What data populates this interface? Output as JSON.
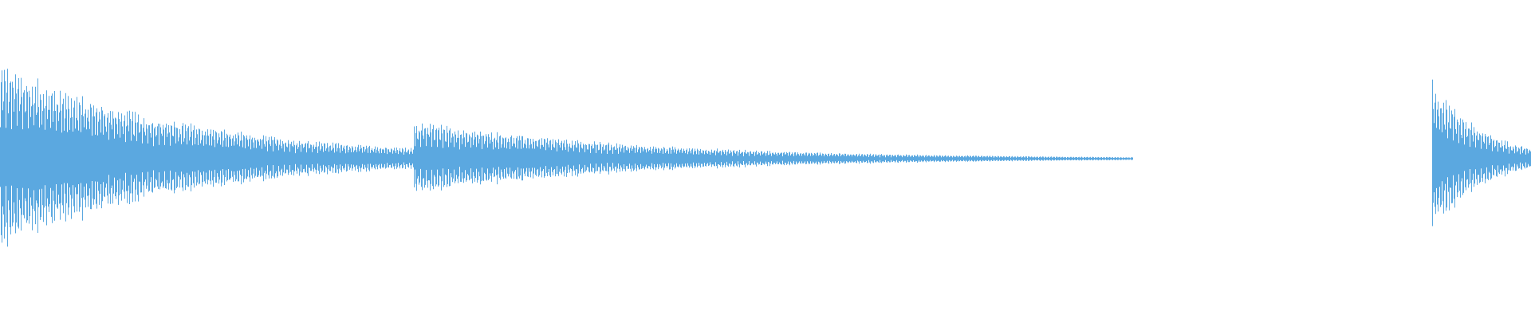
{
  "waveform": {
    "color": "#5ba8e0",
    "segments": [
      {
        "start": 0.0,
        "end": 0.27,
        "peak": 0.65,
        "decay": 2.2
      },
      {
        "start": 0.27,
        "end": 0.74,
        "peak": 0.26,
        "decay": 3.2
      },
      {
        "start": 0.935,
        "end": 1.0,
        "peak": 0.54,
        "decay": 2.0
      }
    ]
  }
}
